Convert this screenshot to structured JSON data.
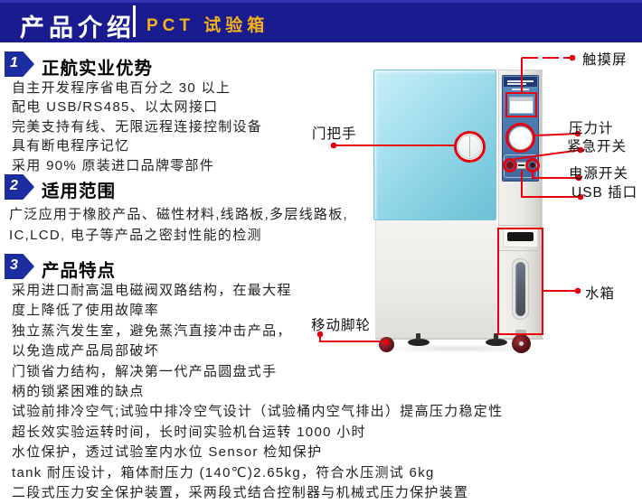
{
  "header": {
    "title": "产品介绍",
    "subtitle": "PCT 试验箱"
  },
  "sections": [
    {
      "num": "1",
      "heading": "正航实业优势",
      "lines": [
        "自主开发程序省电百分之 30 以上",
        "配电 USB/RS485、以太网接口",
        "完美支持有线、无限远程连接控制设备",
        "具有断电程序记忆",
        "采用 90% 原装进口品牌零部件"
      ]
    },
    {
      "num": "2",
      "heading": "适用范围",
      "lines": [
        "广泛应用于橡胶产品、磁性材料,线路板,多层线路板,",
        "IC,LCD, 电子等产品之密封性能的检测"
      ]
    },
    {
      "num": "3",
      "heading": "产品特点",
      "lines": [
        "采用进口耐高温电磁阀双路结构，在最大程",
        "度上降低了使用故障率",
        "独立蒸汽发生室，避免蒸汽直接冲击产品，",
        "以免造成产品局部破坏",
        "门锁省力结构，解决第一代产品圆盘式手",
        "柄的锁紧困难的缺点",
        "试验前排冷空气;试验中排冷空气设计（试验桶内空气排出）提高压力稳定性",
        "超长效实验运转时间，长时间实验机台运转 1000 小时",
        "水位保护，透过试验室内水位 Sensor 检知保护",
        "tank 耐压设计，箱体耐压力 (140℃)2.65kg，符合水压测试 6kg",
        "二段式压力安全保护装置，采两段式结合控制器与机械式压力保护装置"
      ]
    }
  ],
  "machine": {
    "labels": {
      "touch_screen": "触摸屏",
      "door_handle": "门把手",
      "pressure_gauge": "压力计",
      "emergency_switch": "紧急开关",
      "power_switch": "电源开关",
      "usb_port": "USB 插口",
      "water_tank": "水箱",
      "casters": "移动脚轮"
    }
  },
  "colors": {
    "header_bg": "#1a1b8e",
    "subtitle_yellow": "#f2b21c",
    "annotation_red": "#e8000d",
    "door_cyan": "#8fd6e6",
    "panel_blue": "#4c7cb0",
    "marker_blue": "#1c2da0"
  }
}
